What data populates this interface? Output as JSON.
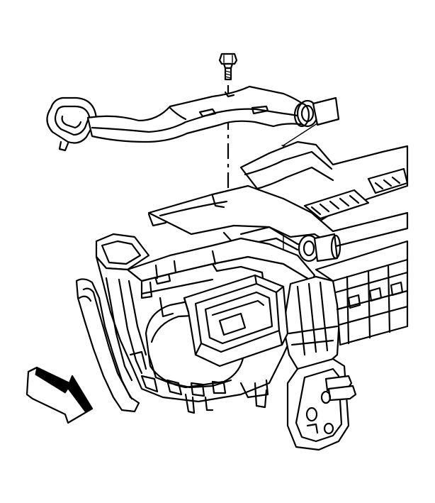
{
  "diagram": {
    "type": "exploded-line-drawing",
    "background": "#ffffff",
    "line_color": "#000000",
    "components": [
      "fastener-bolt",
      "heater-outlet-duct",
      "instrument-panel-carrier",
      "hvac-module-case",
      "blower-inlet",
      "evaporator-cover",
      "vehicle-front-arrow"
    ]
  }
}
